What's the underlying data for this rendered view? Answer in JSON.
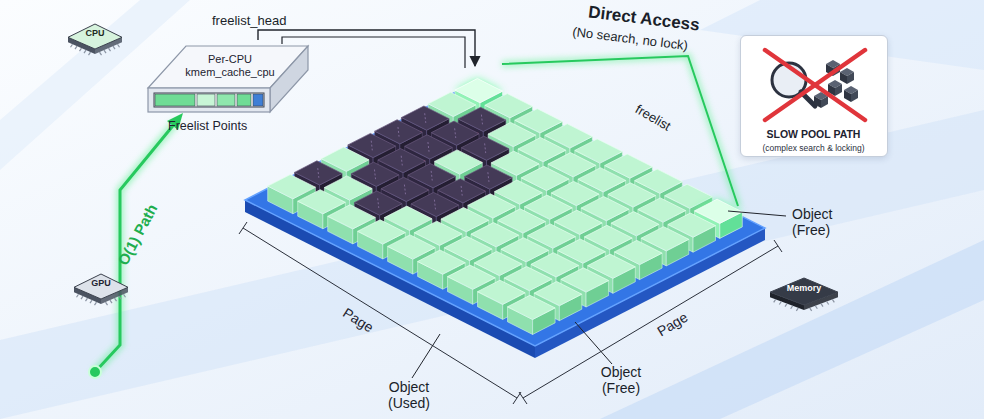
{
  "diagram": {
    "nodes": [
      {
        "text": [
          "Per-CPU kmem_cache_cpu",
          "Freelist Points"
        ]
      },
      {
        "text": [
          "Page",
          "Page"
        ]
      },
      {
        "text": [
          "CPU"
        ]
      },
      {
        "text": [
          "GPU"
        ]
      },
      {
        "text": [
          "Memory"
        ]
      },
      {
        "text": [
          "SLOW POOL PATH",
          "(complex search & locking)"
        ]
      }
    ],
    "edges": [
      {
        "from": 0,
        "to": 1,
        "label": "freelist_head",
        "arrow": "to"
      }
    ],
    "labels": [
      "Direct Access",
      "(No search, no lock)",
      "freelist",
      "Object (Free)",
      "Object (Used)",
      "Object (Free)",
      "O(1) Path"
    ]
  }
}
